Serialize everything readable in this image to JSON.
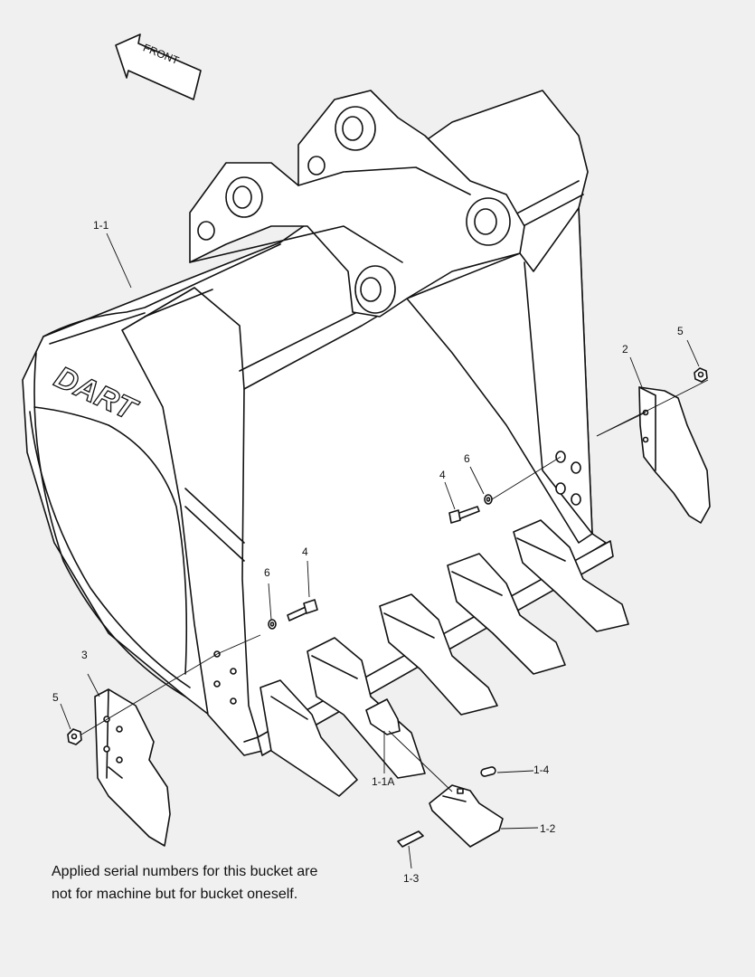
{
  "diagram": {
    "front_label": "FRONT",
    "logo_text": "DART",
    "callouts": {
      "bucket": "1-1",
      "adapter": "1-1A",
      "tooth_point": "1-2",
      "lock_pin": "1-3",
      "pin": "1-4",
      "side_cutter_right": "2",
      "side_cutter_left": "3",
      "bolt_right": "4",
      "bolt_left": "4",
      "nut_right": "5",
      "nut_left": "5",
      "washer_right": "6",
      "washer_left": "6"
    },
    "note_lines": [
      "Applied serial numbers for this bucket are",
      "not for machine but for bucket oneself."
    ]
  }
}
